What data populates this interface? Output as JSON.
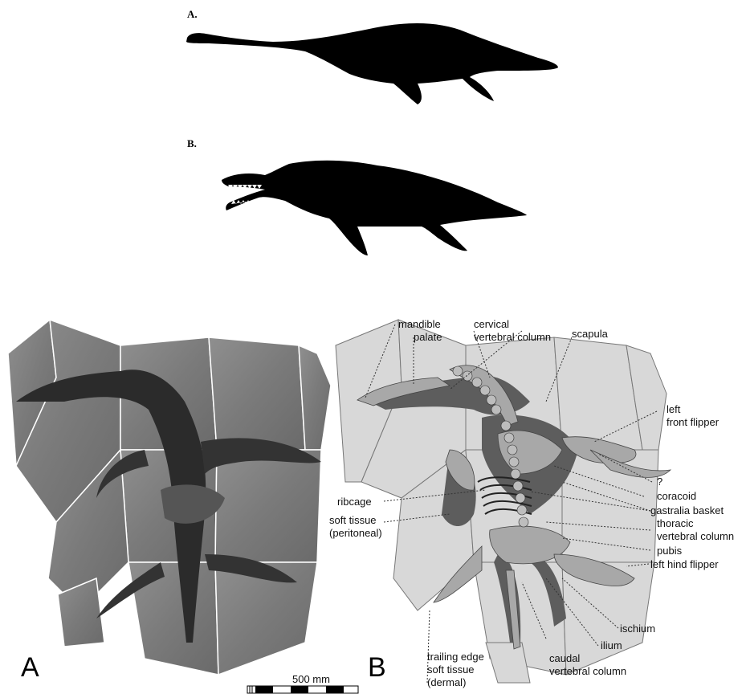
{
  "figure_top": {
    "label_a": "A.",
    "label_b": "B.",
    "silhouette_a": "long-necked plesiosaur silhouette",
    "silhouette_b": "short-necked toothed pliosaur silhouette"
  },
  "figure_bottom": {
    "panel_a_letter": "A",
    "panel_b_letter": "B",
    "scale_label": "500 mm",
    "labels": {
      "mandible": "mandible",
      "palate": "palate",
      "cervical_1": "cervical",
      "cervical_2": "vertebral column",
      "scapula": "scapula",
      "left_front_1": "left",
      "left_front_2": "front flipper",
      "question": "?",
      "coracoid": "coracoid",
      "ribcage": "ribcage",
      "gastralia": "gastralia basket",
      "soft_peri_1": "soft tissue",
      "soft_peri_2": "(peritoneal)",
      "thoracic_1": "thoracic",
      "thoracic_2": "vertebral column",
      "pubis": "pubis",
      "left_hind": "left hind flipper",
      "ischium": "ischium",
      "ilium": "ilium",
      "caudal_1": "caudal",
      "caudal_2": "vertebral column",
      "trailing_1": "trailing edge",
      "trailing_2": "soft tissue",
      "trailing_3": "(dermal)"
    }
  }
}
